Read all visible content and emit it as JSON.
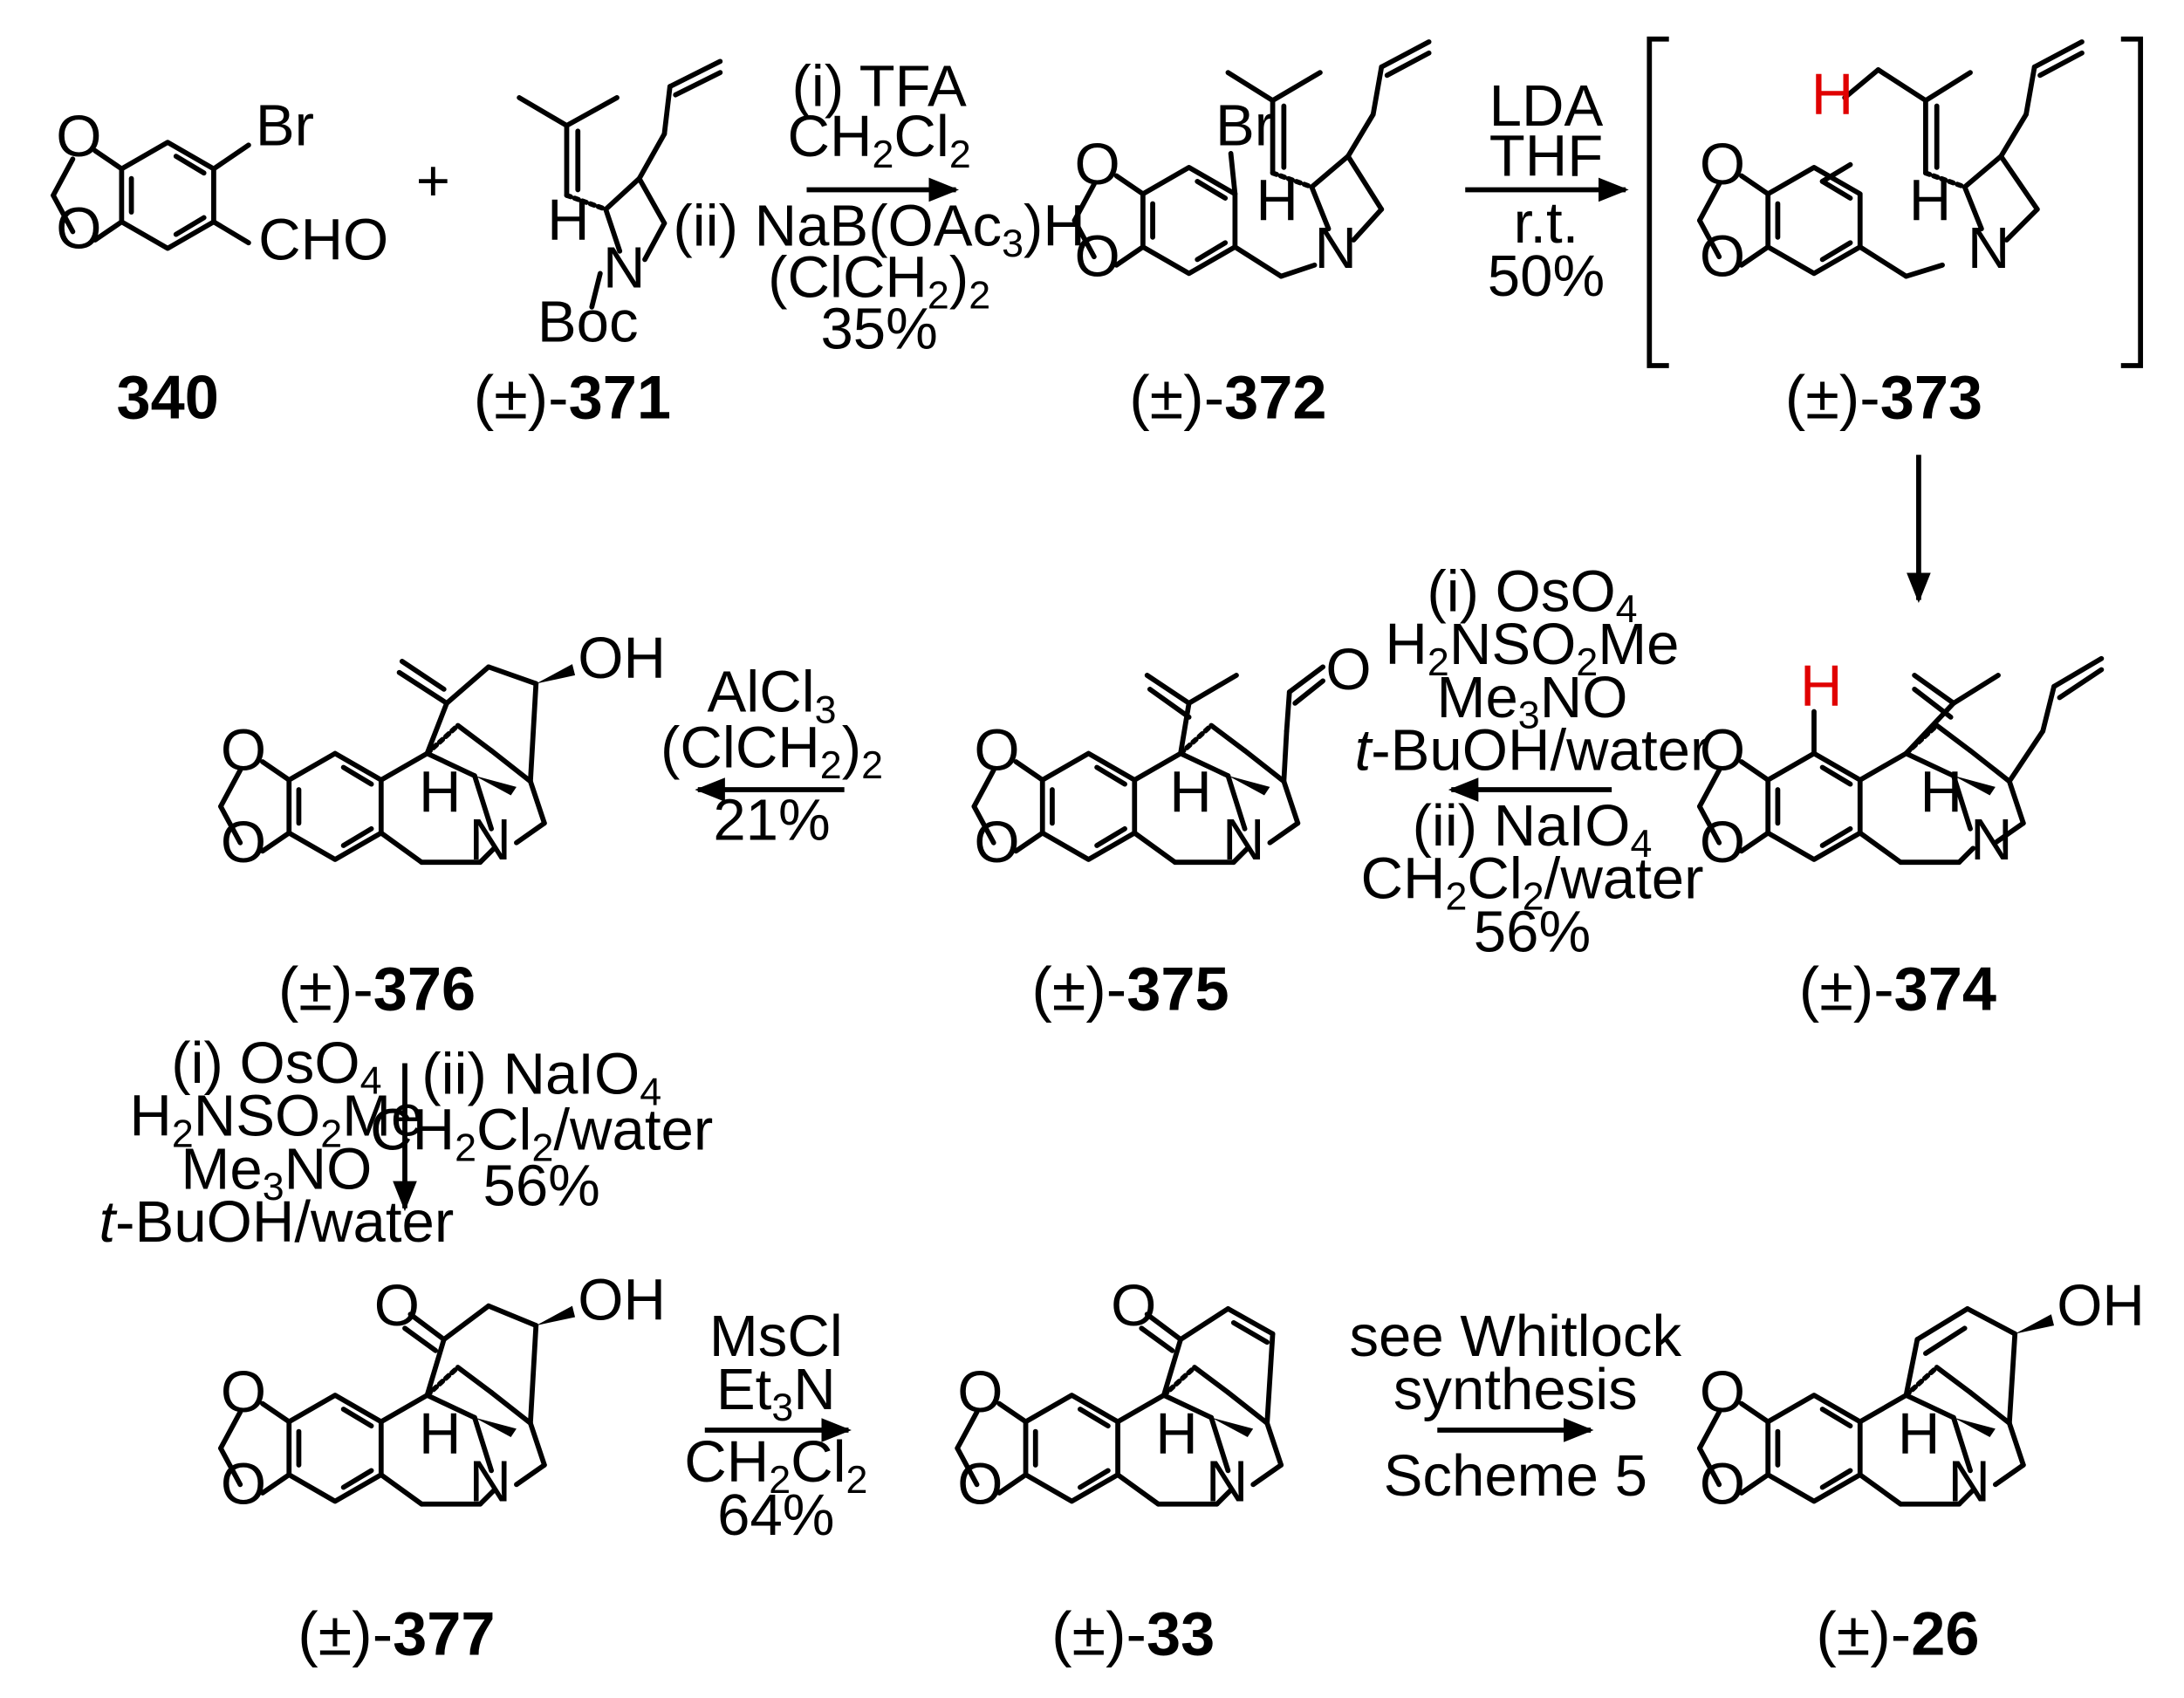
{
  "compounds": {
    "c340": {
      "id": "340",
      "prefix": ""
    },
    "c371": {
      "id": "371",
      "prefix": "(±)-"
    },
    "c372": {
      "id": "372",
      "prefix": "(±)-"
    },
    "c373": {
      "id": "373",
      "prefix": "(±)-"
    },
    "c374": {
      "id": "374",
      "prefix": "(±)-"
    },
    "c375": {
      "id": "375",
      "prefix": "(±)-"
    },
    "c376": {
      "id": "376",
      "prefix": "(±)-"
    },
    "c377": {
      "id": "377",
      "prefix": "(±)-"
    },
    "c33": {
      "id": "33",
      "prefix": "(±)-"
    },
    "c26": {
      "id": "26",
      "prefix": "(±)-"
    }
  },
  "atoms": {
    "Br": "Br",
    "CHO": "CHO",
    "O": "O",
    "N": "N",
    "H": "H",
    "OH": "OH",
    "Boc": "Boc",
    "plus": "+"
  },
  "steps": {
    "s1": {
      "l1": "(i) TFA",
      "l2": "CH",
      "l2s": "2",
      "l2b": "Cl",
      "l2s2": "2",
      "l3": "(ii) NaB(OAc",
      "l3s": "3",
      "l3b": ")H",
      "l4": "(ClCH",
      "l4s": "2",
      "l4b": ")",
      "l4s2": "2",
      "l5": "35%"
    },
    "s2": {
      "l1": "LDA",
      "l2": "THF",
      "l3": "r.t.",
      "l4": "50%"
    },
    "s3": {
      "l1": "(i) OsO",
      "l1s": "4",
      "l2": "H",
      "l2s": "2",
      "l2b": "NSO",
      "l2s2": "2",
      "l2c": "Me",
      "l3": "Me",
      "l3s": "3",
      "l3b": "NO",
      "l4i": "t",
      "l4": "-BuOH/water",
      "l5": "(ii) NaIO",
      "l5s": "4",
      "l6": "CH",
      "l6s": "2",
      "l6b": "Cl",
      "l6s2": "2",
      "l6c": "/water",
      "l7": "56%"
    },
    "s4": {
      "l1": "AlCl",
      "l1s": "3",
      "l2": "(ClCH",
      "l2s": "2",
      "l2b": ")",
      "l2s2": "2",
      "l3": "21%"
    },
    "s6": {
      "l1": "MsCl",
      "l2": "Et",
      "l2s": "3",
      "l2b": "N",
      "l3": "CH",
      "l3s": "2",
      "l3b": "Cl",
      "l3s2": "2",
      "l4": "64%"
    },
    "s7": {
      "l1": "see Whitlock",
      "l2": "synthesis",
      "l3": "Scheme 5"
    }
  }
}
